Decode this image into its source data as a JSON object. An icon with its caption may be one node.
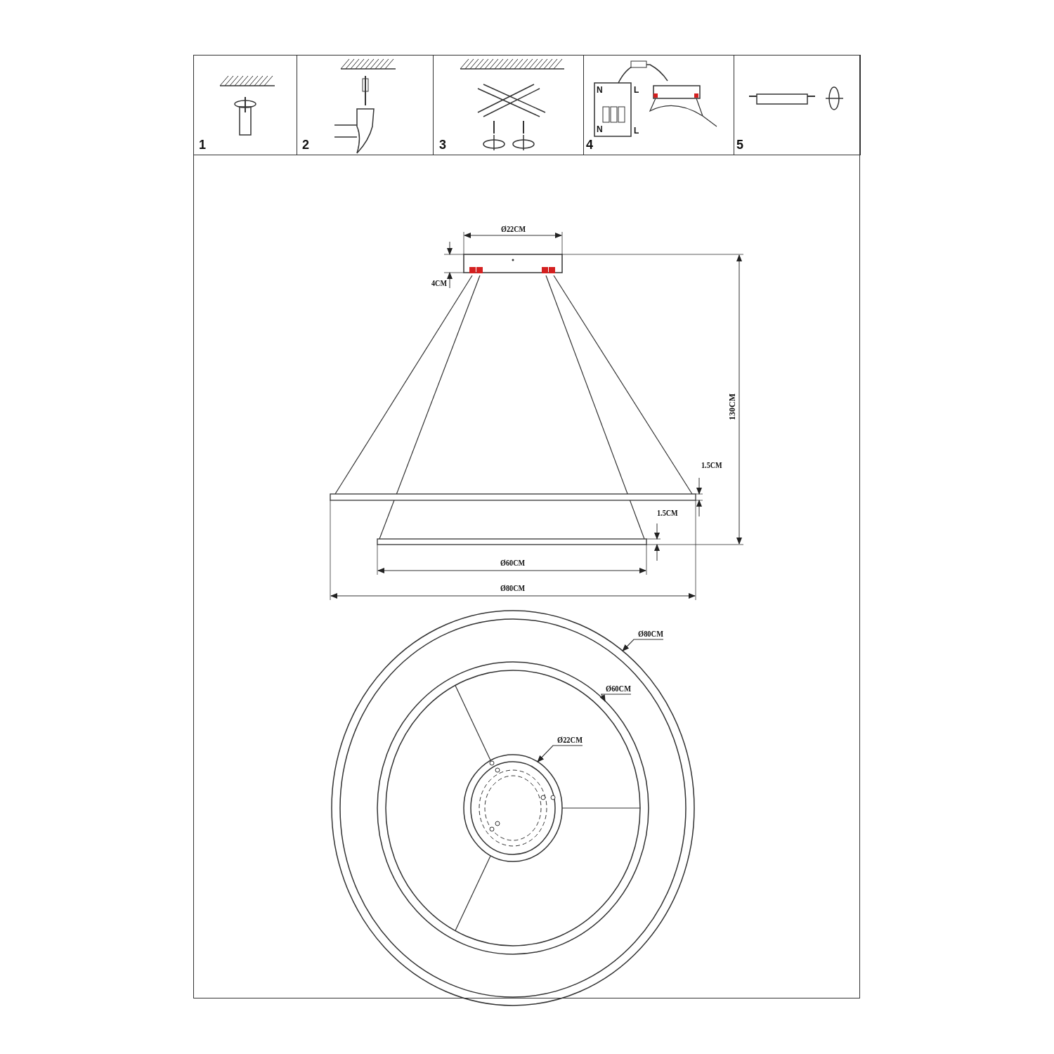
{
  "diagram": {
    "nodes": [
      {
        "text": [
          "Ø80CM"
        ]
      },
      {
        "text": [],
        "shape": "circle"
      },
      {
        "text": [
          "Ø60CM"
        ],
        "in": 1
      },
      {
        "text": [],
        "shape": "circle",
        "in": 1
      },
      {
        "text": [
          "Ø22CM"
        ],
        "in": 3
      },
      {
        "text": [],
        "shape": "circle",
        "in": 3
      }
    ],
    "edges": [
      {
        "from": 0,
        "to": 1,
        "arrow": "to"
      },
      {
        "from": 2,
        "to": 3,
        "arrow": "to"
      },
      {
        "from": 4,
        "to": 5,
        "arrow": "to"
      },
      {
        "from": 5,
        "to": 3,
        "arrow": "none"
      },
      {
        "from": 5,
        "to": 3,
        "arrow": "none"
      },
      {
        "from": 5,
        "to": 3,
        "arrow": "none"
      }
    ],
    "labels": [
      "1",
      "2",
      "3",
      "4",
      "5",
      "N",
      "L",
      "N",
      "L",
      "Ø22CM",
      "4CM",
      "130CM",
      "1.5CM",
      "1.5CM",
      "Ø60CM",
      "Ø80CM"
    ]
  }
}
